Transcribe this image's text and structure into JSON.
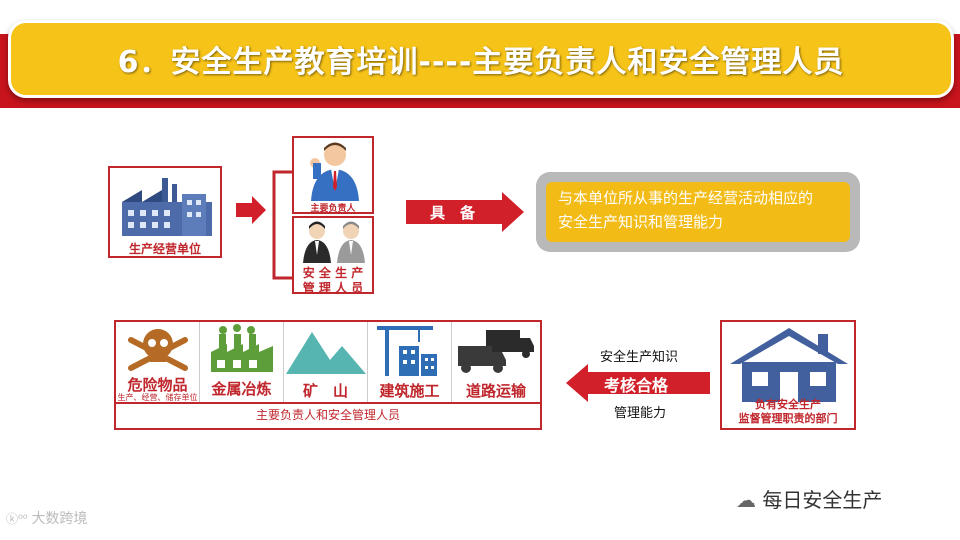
{
  "title": "6．安全生产教育培训----主要负责人和安全管理人员",
  "unit_label": "生产经营单位",
  "principal_label": "主要负责人",
  "safety_staff_label_line1": "安 全 生 产",
  "safety_staff_label_line2": "管 理 人 员",
  "possess_label": "具　备",
  "requirement_line1": "与本单位所从事的生产经营活动相应的",
  "requirement_line2": "安全生产知识和管理能力",
  "industries": [
    {
      "label": "危险物品",
      "sub": "生产、经营、储存单位",
      "icon": "skull-crossbones-icon"
    },
    {
      "label": "金属冶炼",
      "sub": "",
      "icon": "factory-icon"
    },
    {
      "label": "矿　山",
      "sub": "",
      "icon": "mountain-icon"
    },
    {
      "label": "建筑施工",
      "sub": "",
      "icon": "crane-building-icon"
    },
    {
      "label": "道路运输",
      "sub": "",
      "icon": "truck-icon"
    }
  ],
  "industries_footer": "主要负责人和安全管理人员",
  "exam_top": "安全生产知识",
  "exam_mid": "考核合格",
  "exam_bottom": "管理能力",
  "regulator_line1": "负有安全生产",
  "regulator_line2": "监督管理职责的部门",
  "watermark_left": "大数跨境",
  "watermark_right": "每日安全生产",
  "colors": {
    "red": "#c0272d",
    "band_red": "#c8141c",
    "gold": "#f6c318",
    "steel_blue": "#41609d"
  }
}
